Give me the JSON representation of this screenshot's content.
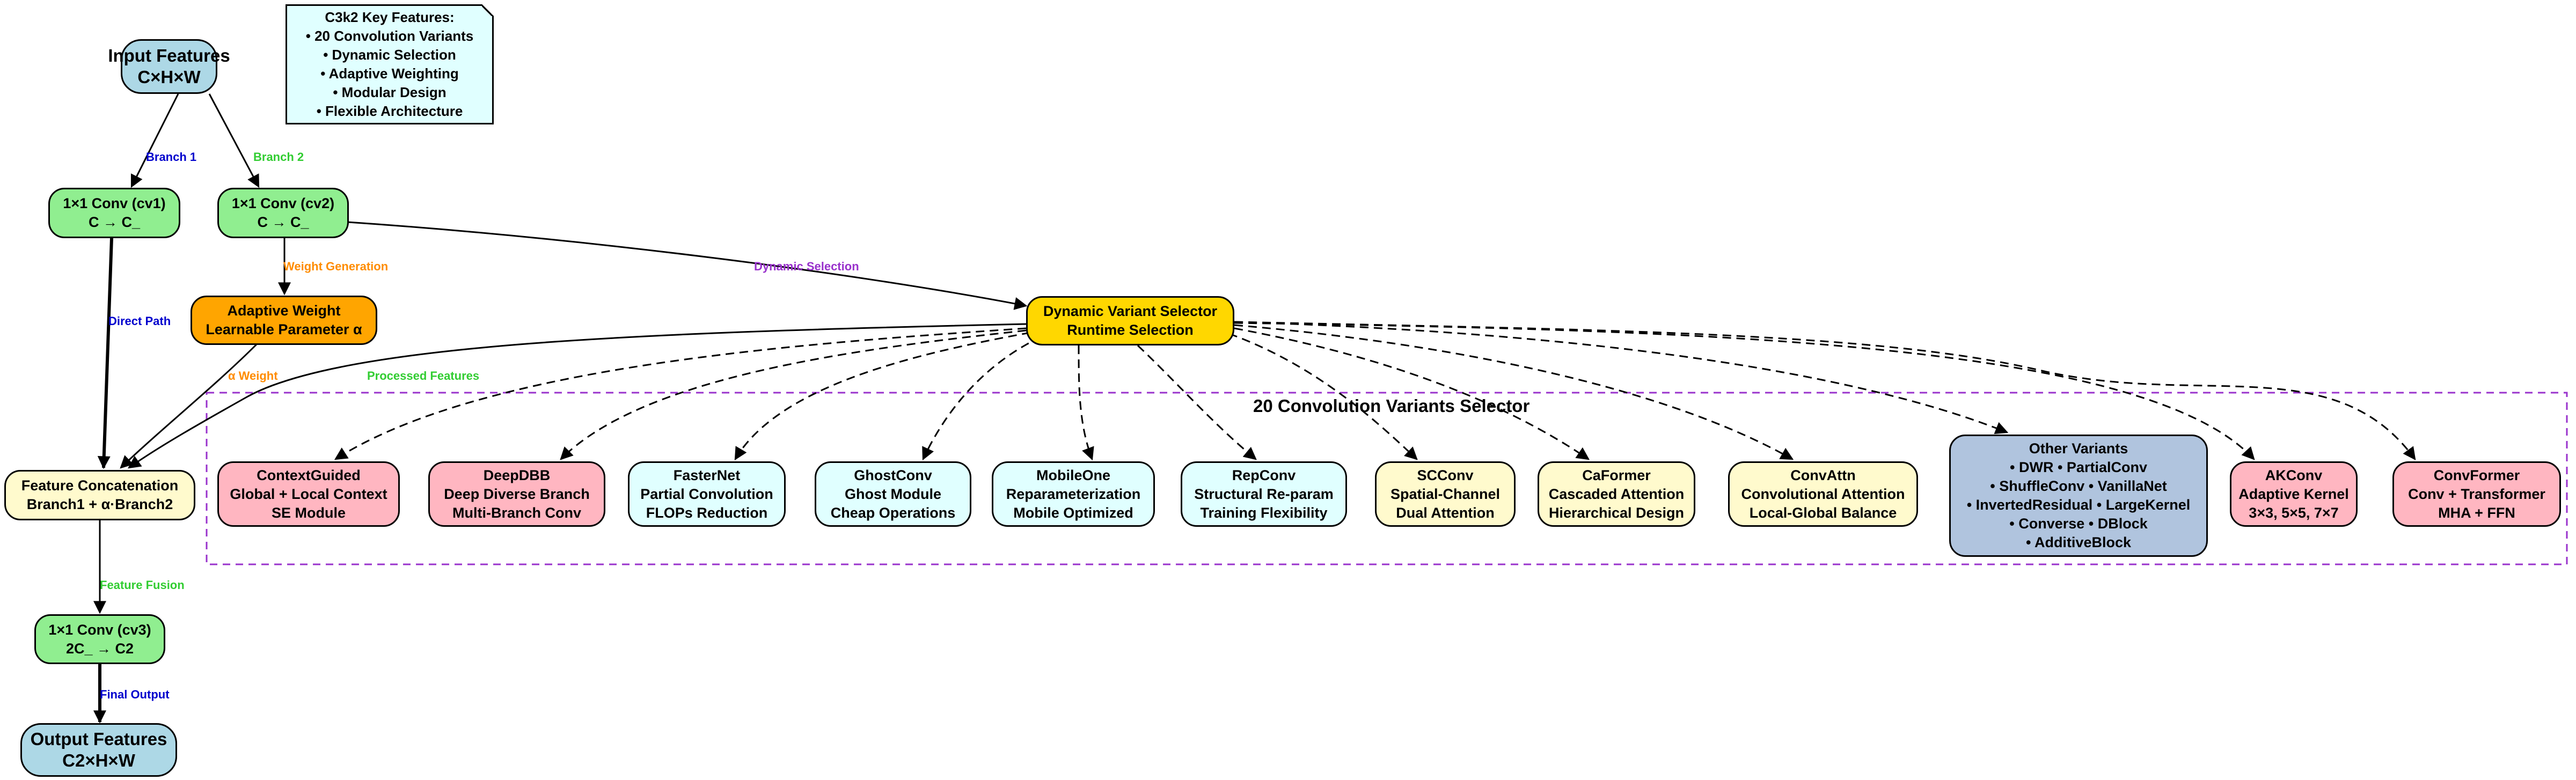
{
  "colors": {
    "blue": "#add8e6",
    "green": "#90ee90",
    "orange": "#ffa500",
    "gold": "#ffd700",
    "cream": "#fffacd",
    "pink": "#ffb6c1",
    "cyan": "#e0ffff",
    "steel": "#b0c4de",
    "cluster_border": "#9932cc",
    "label_blue": "#0000cd",
    "label_green": "#32cd32",
    "label_orange": "#ff8c00",
    "label_purple": "#9932cc"
  },
  "note": {
    "title": "C3k2 Key Features:",
    "items": [
      "• 20 Convolution Variants",
      "• Dynamic Selection",
      "• Adaptive Weighting",
      "• Modular Design",
      "• Flexible Architecture"
    ]
  },
  "nodes": {
    "input": [
      "Input Features",
      "C×H×W"
    ],
    "cv1": [
      "1×1 Conv (cv1)",
      "C → C_"
    ],
    "cv2": [
      "1×1 Conv (cv2)",
      "C → C_"
    ],
    "adaptive": [
      "Adaptive Weight",
      "Learnable Parameter α"
    ],
    "selector": [
      "Dynamic Variant Selector",
      "Runtime Selection"
    ],
    "concat": [
      "Feature Concatenation",
      "Branch1 + α·Branch2"
    ],
    "cv3": [
      "1×1 Conv (cv3)",
      "2C_ → C2"
    ],
    "output": [
      "Output Features",
      "C2×H×W"
    ]
  },
  "cluster": {
    "title": "20 Convolution Variants Selector"
  },
  "variants": [
    {
      "id": "contextguided",
      "lines": [
        "ContextGuided",
        "Global + Local Context",
        "SE Module"
      ]
    },
    {
      "id": "deepdbb",
      "lines": [
        "DeepDBB",
        "Deep Diverse Branch",
        "Multi-Branch Conv"
      ]
    },
    {
      "id": "fasternet",
      "lines": [
        "FasterNet",
        "Partial Convolution",
        "FLOPs Reduction"
      ]
    },
    {
      "id": "ghostconv",
      "lines": [
        "GhostConv",
        "Ghost Module",
        "Cheap Operations"
      ]
    },
    {
      "id": "mobileone",
      "lines": [
        "MobileOne",
        "Reparameterization",
        "Mobile Optimized"
      ]
    },
    {
      "id": "repconv",
      "lines": [
        "RepConv",
        "Structural Re-param",
        "Training Flexibility"
      ]
    },
    {
      "id": "scconv",
      "lines": [
        "SCConv",
        "Spatial-Channel",
        "Dual Attention"
      ]
    },
    {
      "id": "caformer",
      "lines": [
        "CaFormer",
        "Cascaded Attention",
        "Hierarchical Design"
      ]
    },
    {
      "id": "convattn",
      "lines": [
        "ConvAttn",
        "Convolutional Attention",
        "Local-Global Balance"
      ]
    },
    {
      "id": "other",
      "lines": [
        "Other Variants",
        "• DWR • PartialConv",
        "• ShuffleConv • VanillaNet",
        "• InvertedResidual • LargeKernel",
        "• Converse • DBlock",
        "• AdditiveBlock"
      ]
    },
    {
      "id": "akconv",
      "lines": [
        "AKConv",
        "Adaptive Kernel",
        "3×3, 5×5, 7×7"
      ]
    },
    {
      "id": "convformer",
      "lines": [
        "ConvFormer",
        "Conv + Transformer",
        "MHA + FFN"
      ]
    }
  ],
  "edge_labels": {
    "branch1": "Branch 1",
    "branch2": "Branch 2",
    "direct_path": "Direct Path",
    "weight_generation": "Weight Generation",
    "dynamic_selection": "Dynamic Selection",
    "alpha_weight": "α Weight",
    "processed_features": "Processed Features",
    "feature_fusion": "Feature Fusion",
    "final_output": "Final Output"
  }
}
